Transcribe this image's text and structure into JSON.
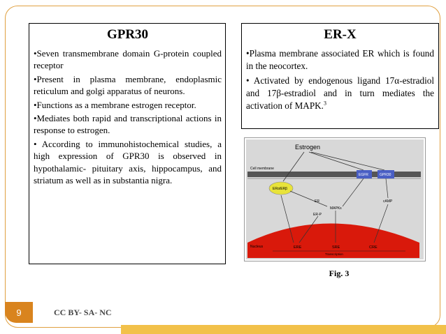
{
  "gpr30": {
    "title": "GPR30",
    "bullets": [
      "•Seven transmembrane domain G-protein coupled receptor",
      "•Present in plasma membrane, endoplasmic reticulum and golgi apparatus of neurons.",
      "•Functions as a membrane estrogen receptor.",
      "•Mediates both rapid and transcriptional actions in response to estrogen.",
      "• According to immunohistochemical studies, a high expression of GPR30 is observed in hypothalamic- pituitary axis, hippocampus, and striatum as well as in substantia nigra."
    ]
  },
  "erx": {
    "title": "ER-X",
    "bullet1": "•Plasma membrane associated ER which is found in the neocortex.",
    "bullet2_text": "• Activated by endogenous ligand 17α-estradiol and 17β-estradiol and in turn mediates the activation of MAPK.",
    "bullet2_ref": "3"
  },
  "figure": {
    "labels": {
      "estrogen": "Estrogen",
      "cell_membrane": "Cell membrane",
      "er_alpha_beta": "ERα/ERβ",
      "egfr": "EGFR",
      "gpr30": "GPR30",
      "er": "ER",
      "mapks": "MAPKs",
      "er_p": "ER-P",
      "camp": "cAMP",
      "nucleus": "Nucleus",
      "ere": "ERE",
      "sre": "SRE",
      "cre": "CRE",
      "transcription": "Transcription"
    },
    "colors": {
      "membrane": "#555555",
      "nucleus": "#d9190b",
      "er_ellipse": "#e8e33a",
      "receptor": "#4a5fc4",
      "background": "#d8d8d8"
    }
  },
  "caption": "Fig. 3",
  "footer": {
    "page_number": "9",
    "license": "CC BY- SA- NC"
  },
  "theme": {
    "accent": "#d9841e",
    "bar": "#f2c14a"
  }
}
